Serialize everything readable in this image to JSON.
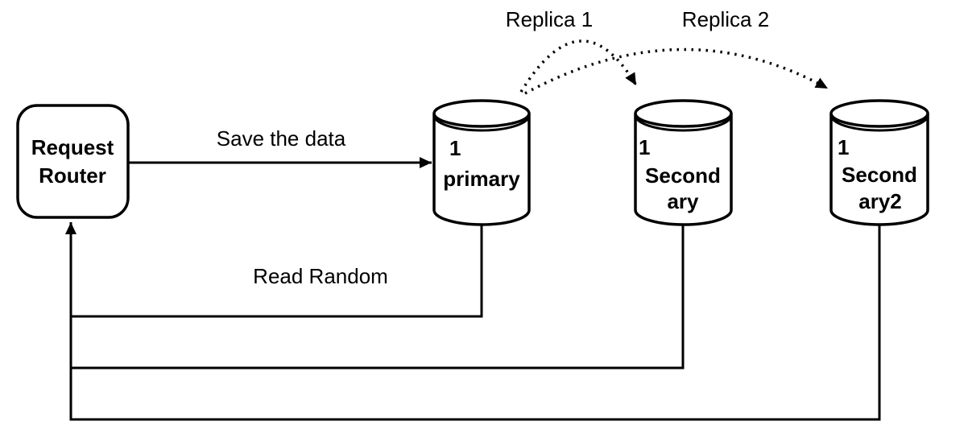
{
  "colors": {
    "stroke": "#000000",
    "background": "#ffffff"
  },
  "router": {
    "line1": "Request",
    "line2": "Router"
  },
  "databases": {
    "primary": {
      "line1": "1",
      "line2": "primary"
    },
    "secondary": {
      "line1": "1",
      "line2": "Second",
      "line3": "ary"
    },
    "secondary2": {
      "line1": "1",
      "line2": "Second",
      "line3": "ary2"
    }
  },
  "edges": {
    "save_label": "Save the data",
    "read_label": "Read Random",
    "replica1_label": "Replica 1",
    "replica2_label": "Replica 2"
  }
}
